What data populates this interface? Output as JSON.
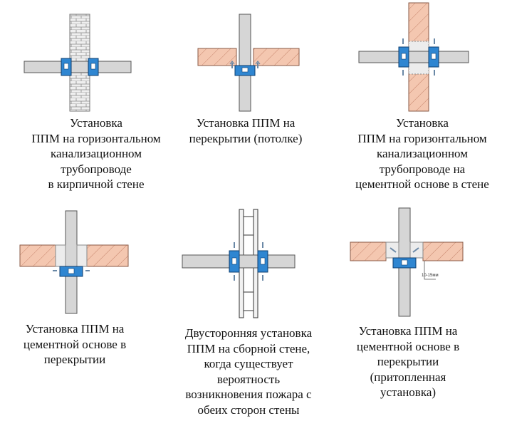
{
  "colors": {
    "pipe": "#d6d6d6",
    "pipe_stroke": "#555555",
    "sleeve": "#2f86d1",
    "sleeve_stroke": "#0e3f70",
    "ceiling": "#f4c7b0",
    "ceiling_hatch": "#c88870",
    "brick": "#eeeeee",
    "sealant": "#ececec",
    "arrow": "#6a88a6"
  },
  "figures": [
    {
      "id": "brick-wall",
      "caption": [
        "Установка",
        "ППМ на горизонтальном",
        "канализационном",
        "трубопроводе",
        "в кирпичной стене"
      ]
    },
    {
      "id": "ceiling",
      "caption": [
        "Установка ППМ на",
        "перекрытии (потолке)"
      ]
    },
    {
      "id": "cement-wall",
      "caption": [
        "Установка",
        "ППМ на горизонтальном",
        "канализационном",
        "трубопроводе на",
        "цементной основе в стене"
      ]
    },
    {
      "id": "cement-floor",
      "caption": [
        "Установка ППМ на",
        "цементной основе в",
        "перекрытии"
      ]
    },
    {
      "id": "double-sided",
      "caption": [
        "Двусторонняя установка",
        "ППМ на сборной стене,",
        "когда существует",
        "вероятность",
        "возникновения пожара с",
        "обеих сторон стены"
      ]
    },
    {
      "id": "recessed",
      "caption": [
        "Установка ППМ на",
        "цементной основе в",
        "перекрытии",
        "(притопленная",
        "установка)"
      ],
      "note": "10-15мм"
    }
  ]
}
